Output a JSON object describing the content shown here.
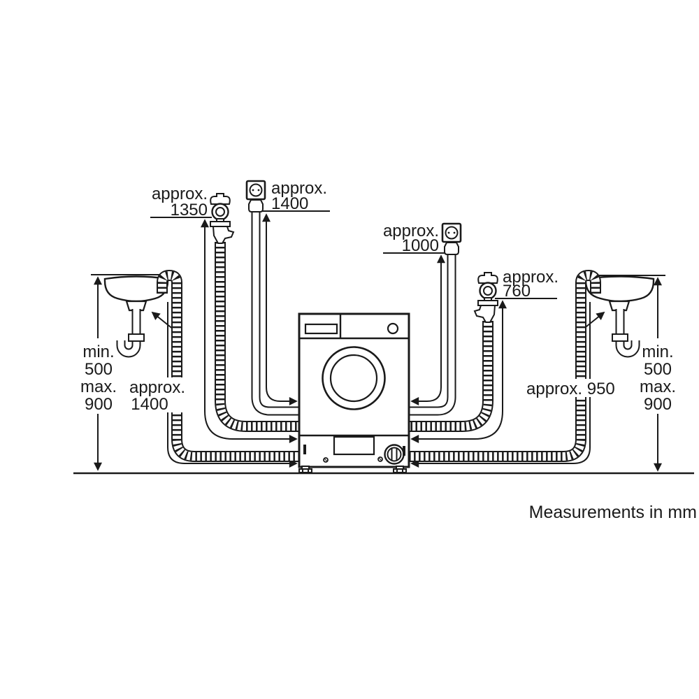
{
  "diagram": {
    "footer": "Measurements in mm",
    "labels": {
      "tap_left": {
        "prefix": "approx.",
        "value": "1350"
      },
      "power_top": {
        "prefix": "approx.",
        "value": "1400"
      },
      "power_right": {
        "prefix": "approx.",
        "value": "1000"
      },
      "tap_right": {
        "prefix": "approx.",
        "value": "760"
      },
      "drain_left": {
        "prefix": "approx.",
        "value": "1400"
      },
      "drain_right": {
        "text": "approx. 950"
      },
      "height_left": {
        "lines": [
          "min.",
          "500",
          "max.",
          "900"
        ]
      },
      "height_right": {
        "lines": [
          "min.",
          "500",
          "max.",
          "900"
        ]
      }
    },
    "colors": {
      "line": "#1a1a1a",
      "background": "#ffffff"
    }
  }
}
